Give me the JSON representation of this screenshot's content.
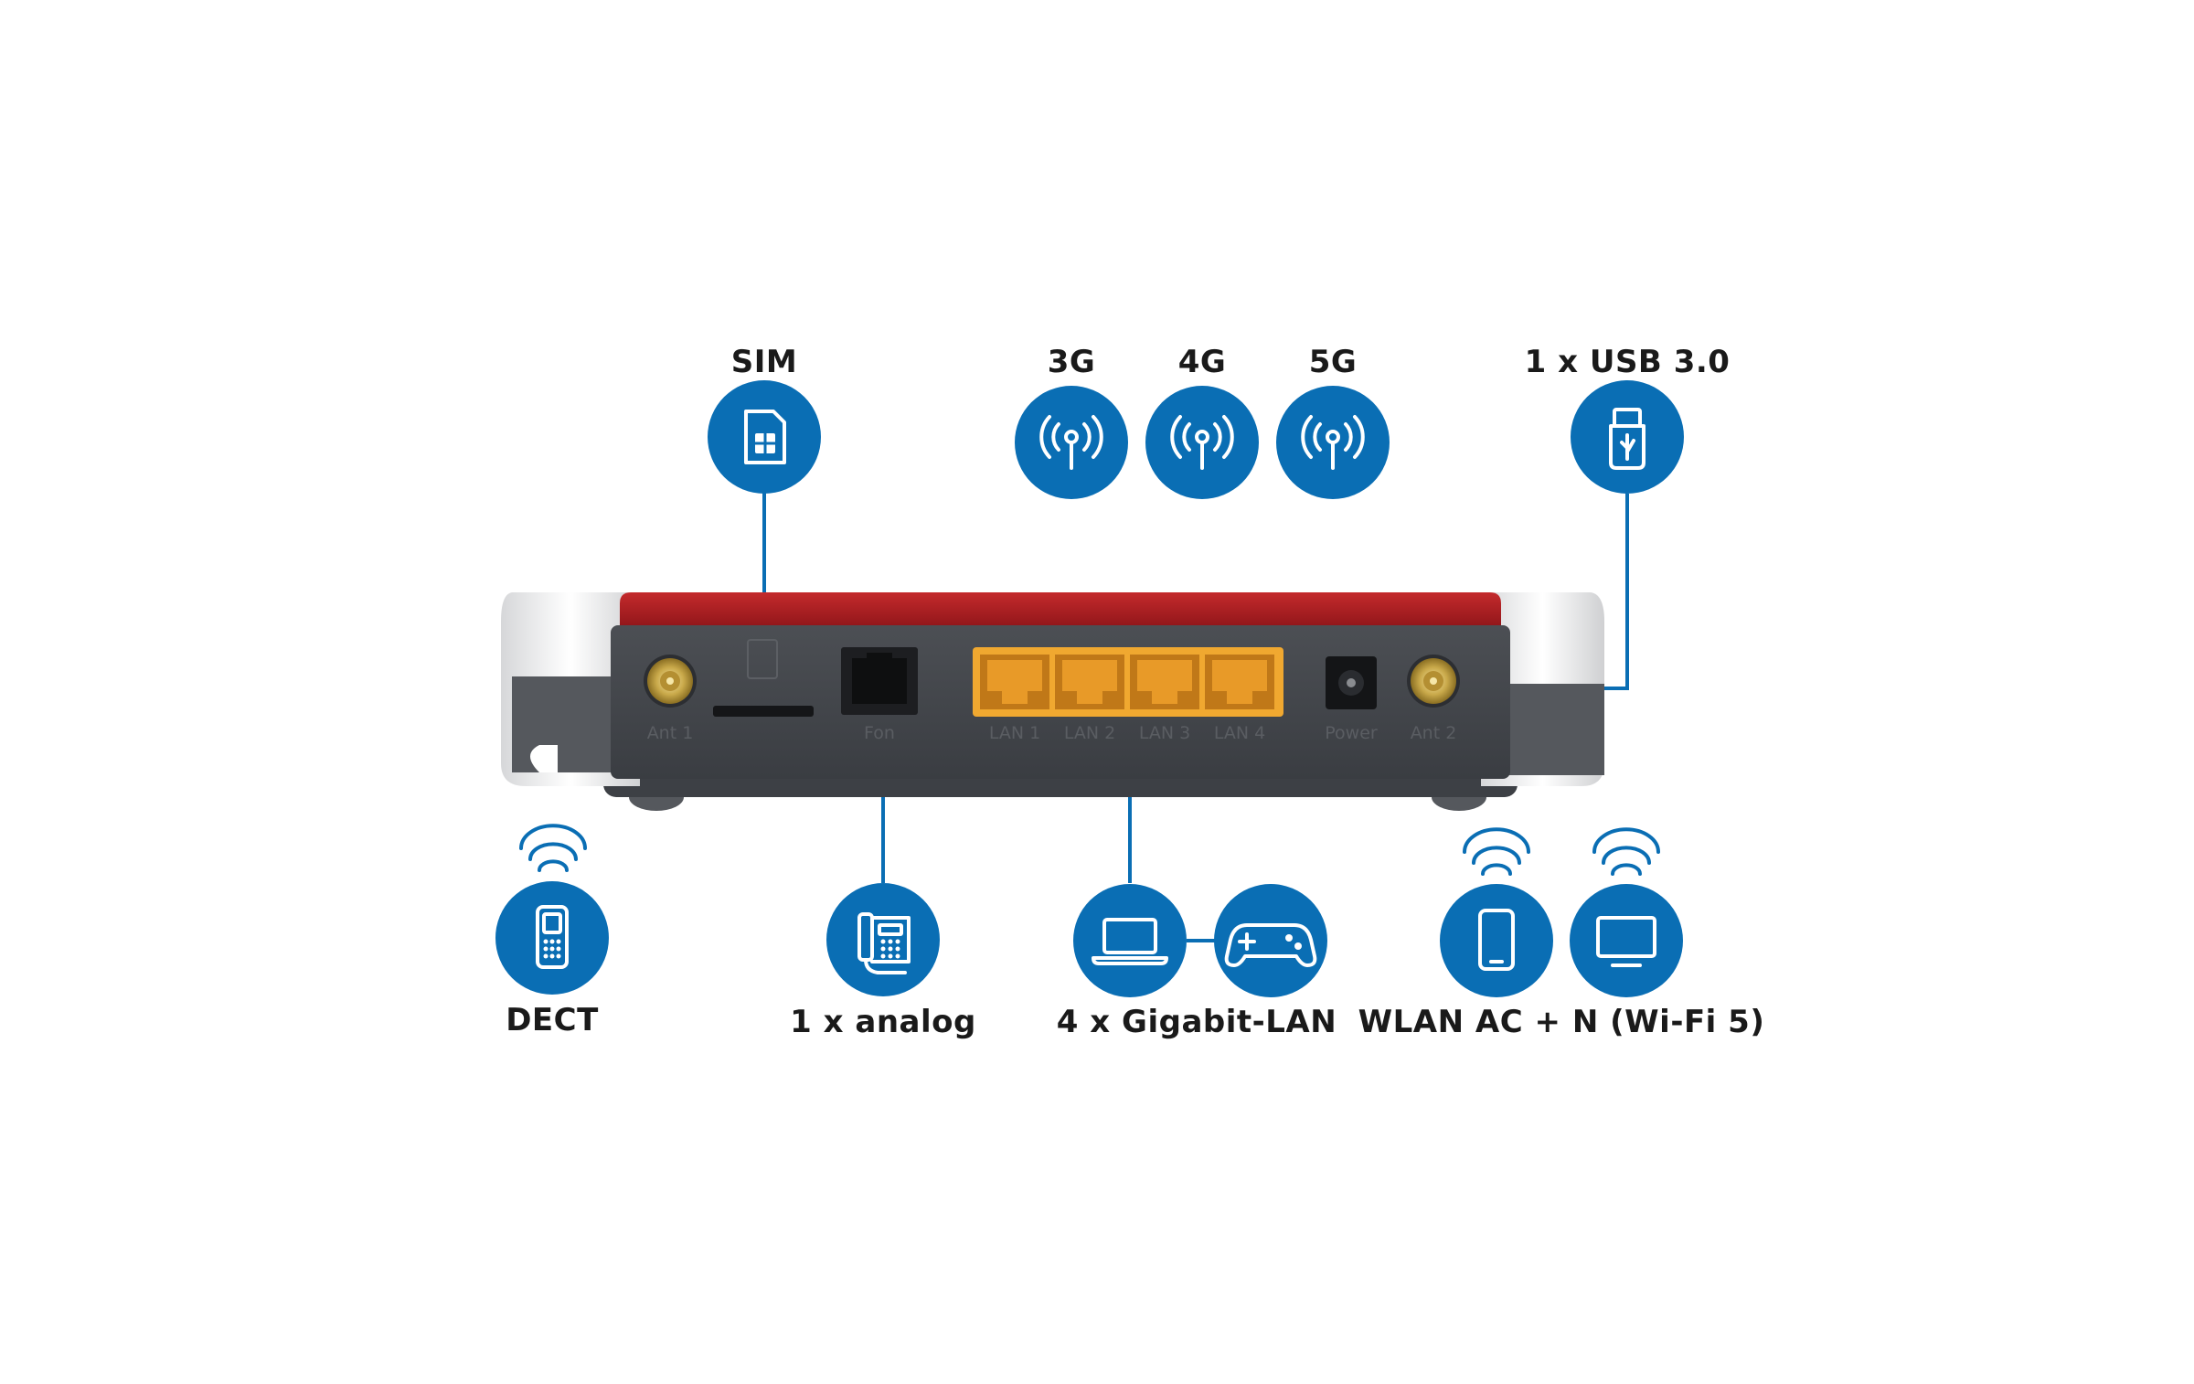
{
  "labels": {
    "sim": "SIM",
    "g3": "3G",
    "g4": "4G",
    "g5": "5G",
    "usb": "1 x USB 3.0",
    "dect": "DECT",
    "analog": "1 x analog",
    "gigabit_lan": "4 x Gigabit-LAN",
    "wlan": "WLAN AC + N (Wi-Fi 5)"
  },
  "ports": {
    "ant1": "Ant 1",
    "fon": "Fon",
    "lan1": "LAN 1",
    "lan2": "LAN 2",
    "lan3": "LAN 3",
    "lan4": "LAN 4",
    "power": "Power",
    "ant2": "Ant 2"
  },
  "colors": {
    "accent_blue": "#0a6eb4",
    "router_red": "#b01e23",
    "router_body": "#45484d",
    "lan_port": "#f0a830",
    "connector_gold": "#c9a94a"
  },
  "icons": [
    "sim-card-icon",
    "antenna-icon",
    "usb-stick-icon",
    "dect-phone-icon",
    "wifi-waves-icon",
    "desk-phone-icon",
    "laptop-icon",
    "gamepad-icon",
    "smartphone-icon",
    "monitor-icon"
  ]
}
